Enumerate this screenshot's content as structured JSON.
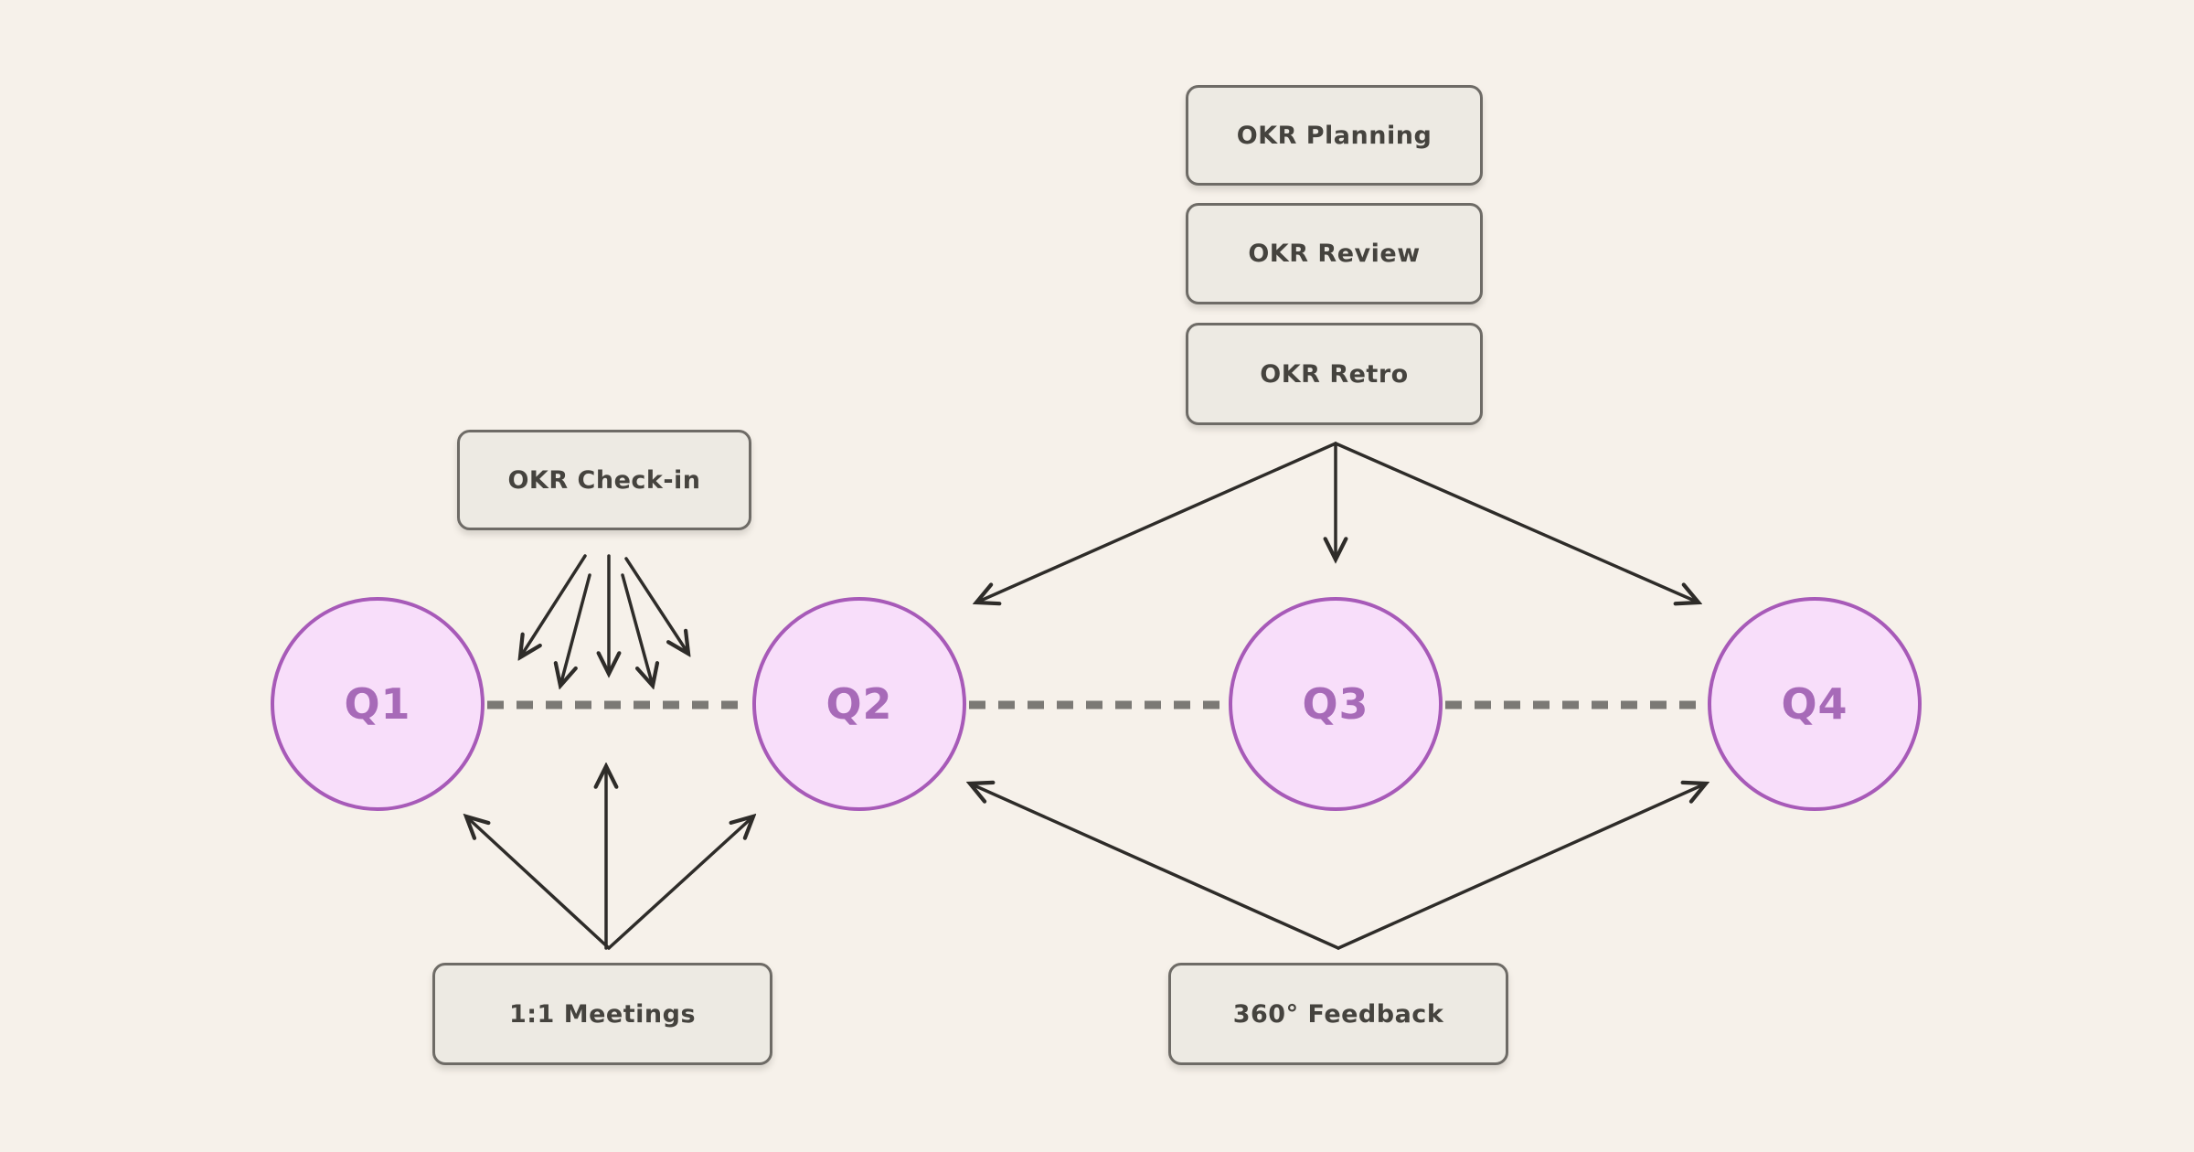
{
  "palette": {
    "background": "#F6F1EA",
    "circle_fill": "#F8DEFA",
    "circle_border": "#A75AB8",
    "circle_text": "#A76AB8",
    "box_fill": "#EDEAE3",
    "box_border": "#6E6B66",
    "box_text": "#45433E",
    "arrow": "#2E2C29",
    "timeline_dash": "#7B7975"
  },
  "quarters": [
    {
      "id": "q1",
      "label": "Q1"
    },
    {
      "id": "q2",
      "label": "Q2"
    },
    {
      "id": "q3",
      "label": "Q3"
    },
    {
      "id": "q4",
      "label": "Q4"
    }
  ],
  "activities": [
    {
      "id": "okr-planning",
      "label": "OKR Planning"
    },
    {
      "id": "okr-review",
      "label": "OKR Review"
    },
    {
      "id": "okr-retro",
      "label": "OKR Retro"
    },
    {
      "id": "okr-check-in",
      "label": "OKR Check-in"
    },
    {
      "id": "one-on-one-meetings",
      "label": "1:1 Meetings"
    },
    {
      "id": "feedback-360",
      "label": "360° Feedback"
    }
  ],
  "connections": [
    {
      "from": "okr-stack",
      "to": "q2"
    },
    {
      "from": "okr-stack",
      "to": "q3"
    },
    {
      "from": "okr-stack",
      "to": "q4"
    },
    {
      "from": "okr-check-in",
      "to": "q1-q2-timeline",
      "arrow_count": 5
    },
    {
      "from": "one-on-one-meetings",
      "to": "q1"
    },
    {
      "from": "one-on-one-meetings",
      "to": "q1-q2-timeline"
    },
    {
      "from": "one-on-one-meetings",
      "to": "q2"
    },
    {
      "from": "feedback-360",
      "to": "q2"
    },
    {
      "from": "feedback-360",
      "to": "q4"
    }
  ]
}
